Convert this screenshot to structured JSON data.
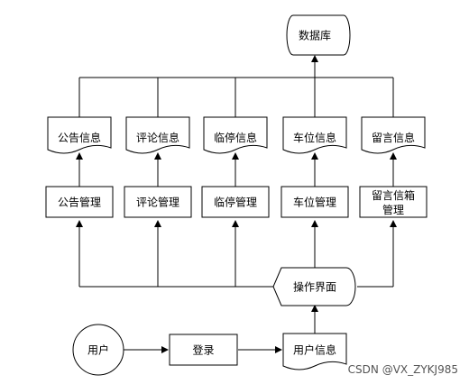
{
  "database": {
    "label": "数据库"
  },
  "documents": [
    {
      "id": "notice",
      "label": "公告信息"
    },
    {
      "id": "comment",
      "label": "评论信息"
    },
    {
      "id": "parking",
      "label": "临停信息"
    },
    {
      "id": "space",
      "label": "车位信息"
    },
    {
      "id": "message",
      "label": "留言信息"
    }
  ],
  "modules": [
    {
      "id": "notice",
      "lines": [
        "公告管理"
      ]
    },
    {
      "id": "comment",
      "lines": [
        "评论管理"
      ]
    },
    {
      "id": "parking",
      "lines": [
        "临停管理"
      ]
    },
    {
      "id": "space",
      "lines": [
        "车位管理"
      ]
    },
    {
      "id": "message",
      "lines": [
        "留言信箱",
        "管理"
      ]
    }
  ],
  "interface": {
    "label": "操作界面"
  },
  "user": {
    "label": "用户"
  },
  "login": {
    "label": "登录"
  },
  "user_info": {
    "label": "用户信息"
  },
  "watermark": {
    "text": "CSDN @VX_ZYKJ985"
  }
}
